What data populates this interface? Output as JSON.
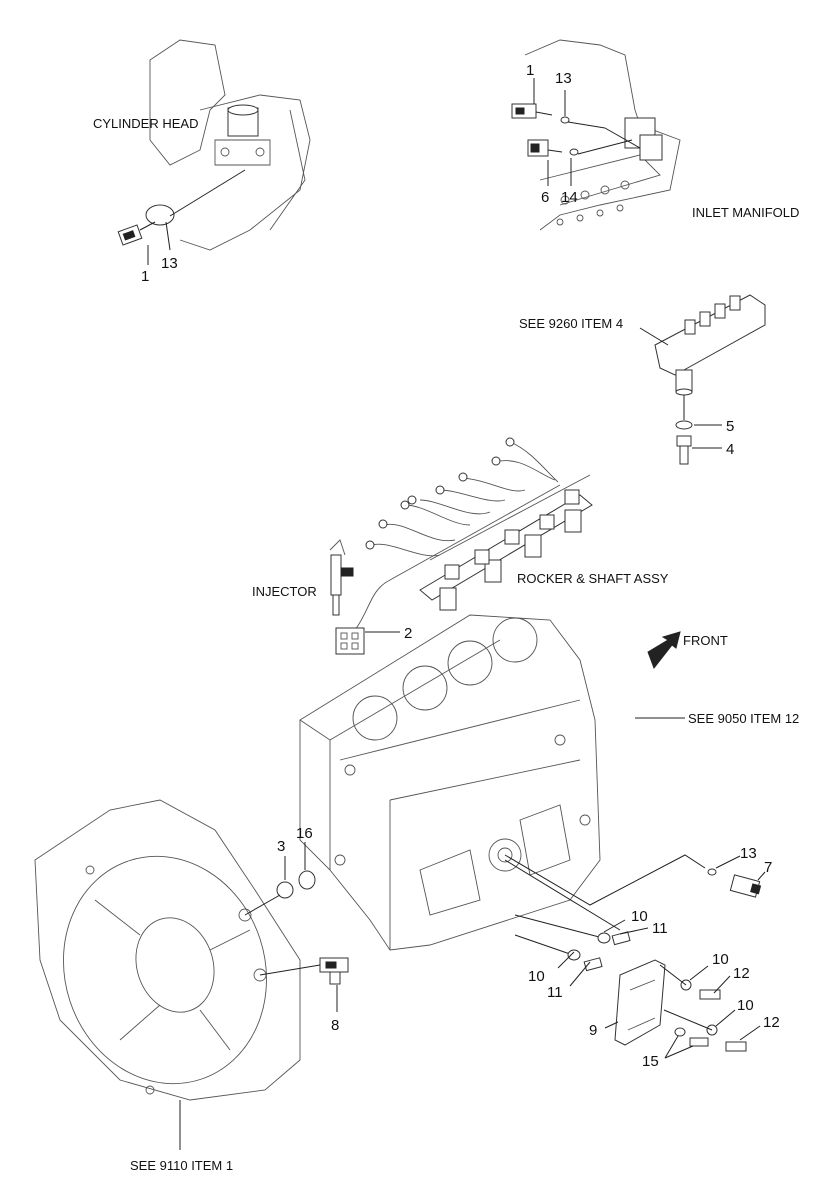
{
  "labels": {
    "cylinder_head": "CYLINDER HEAD",
    "inlet_manifold": "INLET MANIFOLD",
    "see_9260": "SEE 9260 ITEM 4",
    "injector": "INJECTOR",
    "rocker": "ROCKER & SHAFT ASSY",
    "front": "FRONT",
    "see_9050": "SEE 9050 ITEM 12",
    "see_9110": "SEE 9110 ITEM 1"
  },
  "callouts": {
    "c1a": "1",
    "c13a": "13",
    "c1b": "1",
    "c13b": "13",
    "c6": "6",
    "c14": "14",
    "c5": "5",
    "c4": "4",
    "c2": "2",
    "c3": "3",
    "c16": "16",
    "c13c": "13",
    "c7": "7",
    "c8": "8",
    "c10a": "10",
    "c11a": "11",
    "c10b": "10",
    "c11b": "11",
    "c10c": "10",
    "c12a": "12",
    "c10d": "10",
    "c12b": "12",
    "c9": "9",
    "c15": "15"
  }
}
